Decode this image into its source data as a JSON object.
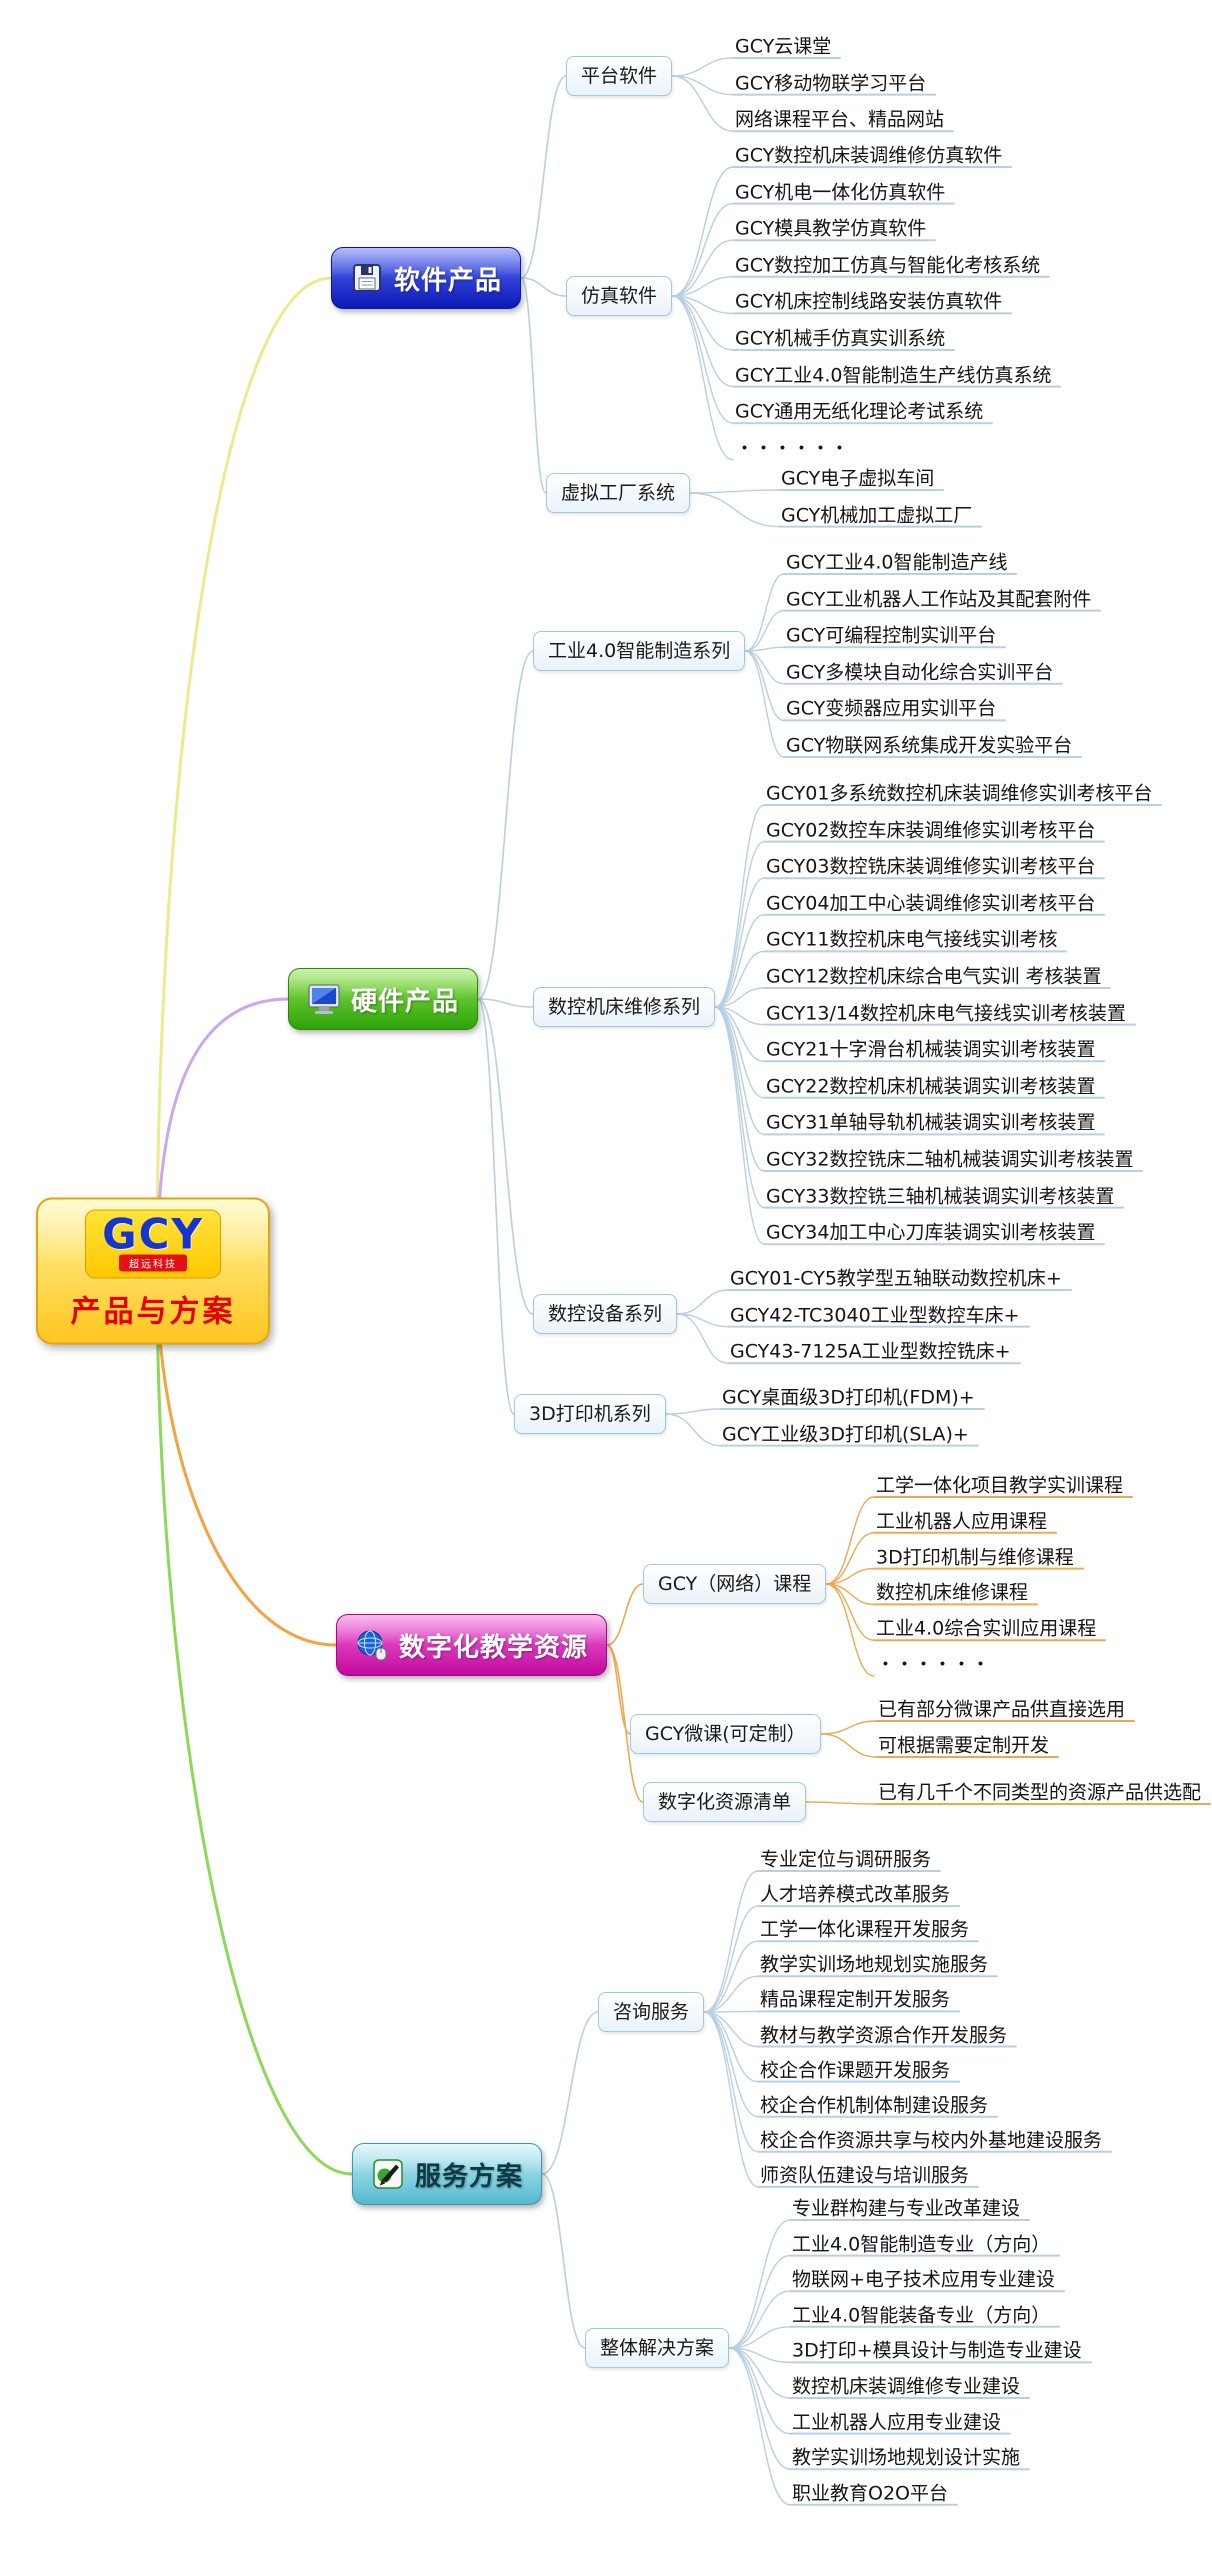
{
  "central": {
    "brand": "GCY",
    "brand_sub": "超远科技",
    "title": "产品与方案"
  },
  "branches": [
    {
      "label": "软件产品",
      "icon": "floppy-icon",
      "children": [
        {
          "label": "平台软件",
          "leaves": [
            "GCY云课堂",
            "GCY移动物联学习平台",
            "网络课程平台、精品网站"
          ]
        },
        {
          "label": "仿真软件",
          "leaves": [
            "GCY数控机床装调维修仿真软件",
            "GCY机电一体化仿真软件",
            "GCY模具教学仿真软件",
            "GCY数控加工仿真与智能化考核系统",
            "GCY机床控制线路安装仿真软件",
            "GCY机械手仿真实训系统",
            "GCY工业4.0智能制造生产线仿真系统",
            "GCY通用无纸化理论考试系统",
            "・・・・・・"
          ]
        },
        {
          "label": "虚拟工厂系统",
          "leaves": [
            "GCY电子虚拟车间",
            "GCY机械加工虚拟工厂"
          ]
        }
      ]
    },
    {
      "label": "硬件产品",
      "icon": "monitor-icon",
      "children": [
        {
          "label": "工业4.0智能制造系列",
          "leaves": [
            "GCY工业4.0智能制造产线",
            "GCY工业机器人工作站及其配套附件",
            "GCY可编程控制实训平台",
            "GCY多模块自动化综合实训平台",
            "GCY变频器应用实训平台",
            "GCY物联网系统集成开发实验平台"
          ]
        },
        {
          "label": "数控机床维修系列",
          "leaves": [
            "GCY01多系统数控机床装调维修实训考核平台",
            "GCY02数控车床装调维修实训考核平台",
            "GCY03数控铣床装调维修实训考核平台",
            "GCY04加工中心装调维修实训考核平台",
            "GCY11数控机床电气接线实训考核",
            "GCY12数控机床综合电气实训 考核装置",
            "GCY13/14数控机床电气接线实训考核装置",
            "GCY21十字滑台机械装调实训考核装置",
            "GCY22数控机床机械装调实训考核装置",
            "GCY31单轴导轨机械装调实训考核装置",
            "GCY32数控铣床二轴机械装调实训考核装置",
            "GCY33数控铣三轴机械装调实训考核装置",
            "GCY34加工中心刀库装调实训考核装置"
          ]
        },
        {
          "label": "数控设备系列",
          "leaves": [
            "GCY01-CY5教学型五轴联动数控机床+",
            "GCY42-TC3040工业型数控车床+",
            "GCY43-7125A工业型数控铣床+"
          ]
        },
        {
          "label": "3D打印机系列",
          "leaves": [
            "GCY桌面级3D打印机(FDM)+",
            "GCY工业级3D打印机(SLA)+"
          ]
        }
      ]
    },
    {
      "label": "数字化教学资源",
      "icon": "globe-icon",
      "children": [
        {
          "label": "GCY（网络）课程",
          "leaves": [
            "工学一体化项目教学实训课程",
            "工业机器人应用课程",
            "3D打印机制与维修课程",
            "数控机床维修课程",
            "工业4.0综合实训应用课程",
            "・・・・・・"
          ]
        },
        {
          "label": "GCY微课(可定制）",
          "leaves": [
            "已有部分微课产品供直接选用",
            "可根据需要定制开发"
          ]
        },
        {
          "label": "数字化资源清单",
          "leaves": [
            "已有几千个不同类型的资源产品供选配"
          ]
        }
      ]
    },
    {
      "label": "服务方案",
      "icon": "pen-icon",
      "children": [
        {
          "label": "咨询服务",
          "leaves": [
            "专业定位与调研服务",
            "人才培养模式改革服务",
            "工学一体化课程开发服务",
            "教学实训场地规划实施服务",
            "精品课程定制开发服务",
            "教材与教学资源合作开发服务",
            "校企合作课题开发服务",
            "校企合作机制体制建设服务",
            "校企合作资源共享与校内外基地建设服务",
            "师资队伍建设与培训服务"
          ]
        },
        {
          "label": "整体解决方案",
          "leaves": [
            "专业群构建与专业改革建设",
            "工业4.0智能制造专业（方向）",
            "物联网+电子技术应用专业建设",
            "工业4.0智能装备专业（方向）",
            "3D打印+模具设计与制造专业建设",
            "数控机床装调维修专业建设",
            "工业机器人应用专业建设",
            "教学实训场地规划设计实施",
            "职业教育O2O平台"
          ]
        }
      ]
    }
  ],
  "colors": {
    "branch_lines": [
      "#ecea8f",
      "#c9a8ec",
      "#f5a243",
      "#8cd957"
    ],
    "sub_lines": [
      "#b9cfe2",
      "#b9cfe2",
      "#f0a850",
      "#b9cfe2"
    ],
    "node_fills": [
      [
        "#5a6cf4",
        "#0a18b8"
      ],
      [
        "#90e24e",
        "#2da309"
      ],
      [
        "#f06ad8",
        "#c408a0"
      ],
      [
        "#c2f0f6",
        "#55b9ce"
      ]
    ],
    "node_borders": [
      "#0a18a0",
      "#2a8a08",
      "#a00888",
      "#3a96ac"
    ],
    "node_text": [
      "#ffffff",
      "#ffffff",
      "#ffffff",
      "#0b3c46"
    ],
    "sub_node_border": "#9fc6e3",
    "central_bg": [
      "#fff59e",
      "#ffc61e"
    ],
    "central_title_color": "#e60000",
    "logo_text_color": "#1535d0",
    "logo_badge_bg": "#e31212"
  }
}
